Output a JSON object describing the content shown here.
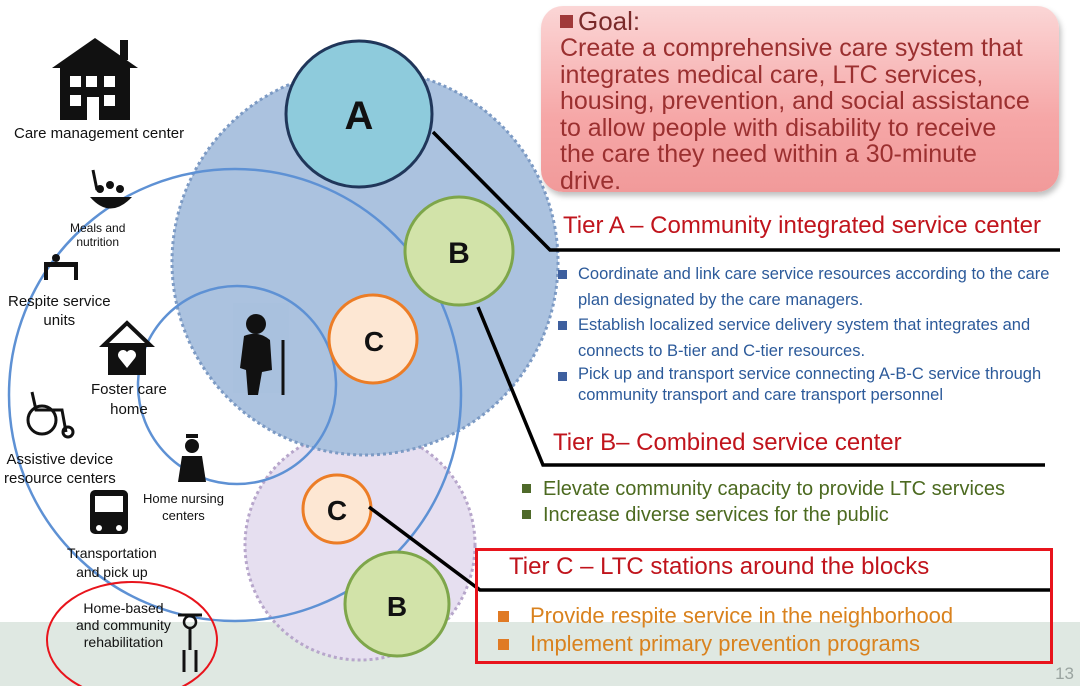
{
  "goal": {
    "heading": "Goal:",
    "text": [
      "Create a comprehensive care system that",
      "integrates medical care, LTC services,",
      "housing, prevention, and social assistance",
      "to allow people with disability to receive",
      "the care they need within a 30-minute",
      "drive."
    ]
  },
  "circles": {
    "a": "A",
    "b_top": "B",
    "c_top": "C",
    "c_bottom": "C",
    "b_bottom": "B"
  },
  "tier_a": {
    "title": "Tier A – Community integrated service center",
    "bullets": [
      "Coordinate and link care service resources according to the care plan designated by the care managers.",
      "Establish localized service delivery system that integrates and connects to B-tier and C-tier resources.",
      "Pick up and transport service connecting A-B-C service through community transport and care transport personnel"
    ]
  },
  "tier_b": {
    "title": "Tier B– Combined service center",
    "bullets": [
      "Elevate community  capacity to provide LTC services",
      "Increase diverse services for the public"
    ]
  },
  "tier_c": {
    "title": "Tier C – LTC stations around the blocks",
    "bullets": [
      "Provide respite service in the neighborhood",
      "Implement primary prevention programs"
    ]
  },
  "services": {
    "care_management": "Care management center",
    "meals": [
      "Meals and",
      "nutrition"
    ],
    "respite": [
      "Respite service",
      "units"
    ],
    "foster": [
      "Foster care",
      "home"
    ],
    "assistive": [
      "Assistive device",
      "resource centers"
    ],
    "home_nursing": [
      "Home nursing",
      "centers"
    ],
    "transport": [
      "Transportation",
      "and pick up"
    ],
    "rehab": [
      "Home-based",
      "and community",
      "rehabilitation"
    ]
  },
  "page_number": "13",
  "colors": {
    "title_red": "#c0141c",
    "goal_text": "#9b3030",
    "tier_a_text": "#2c5a9a",
    "tier_b_text": "#4c6a20",
    "tier_c_text": "#d9821e",
    "circle_a": "#8ecbdc",
    "circle_b": "#d2e3a9",
    "circle_c": "#fde7d3",
    "big_circle_blue": "#a9c1de",
    "big_circle_purple": "#e2dbea"
  }
}
